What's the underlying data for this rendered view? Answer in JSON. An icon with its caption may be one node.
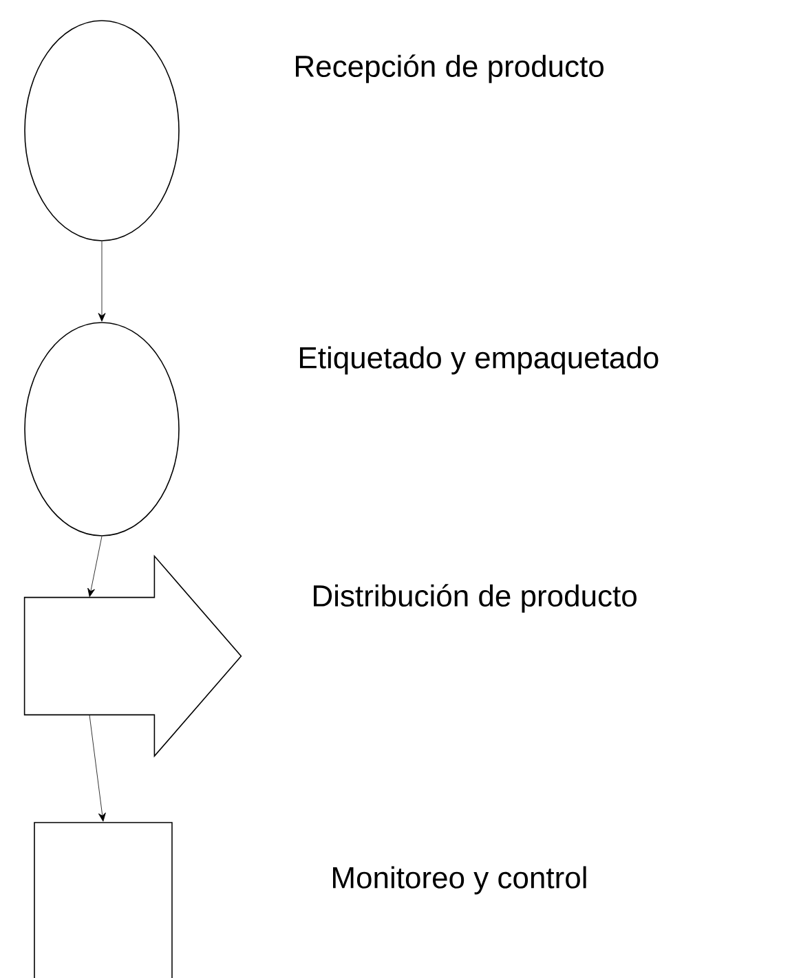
{
  "diagram": {
    "nodes": [
      {
        "text": [],
        "shape": "circle"
      },
      {
        "text": [],
        "shape": "circle"
      },
      {
        "text": [],
        "shape": "arrow"
      },
      {
        "text": [],
        "shape": "box"
      }
    ],
    "edges": [
      {
        "from": 0,
        "to": 1,
        "arrow": "to"
      },
      {
        "from": 1,
        "to": 2,
        "arrow": "to"
      },
      {
        "from": 2,
        "to": 3,
        "arrow": "to"
      }
    ],
    "labels": [
      "Recepción de producto",
      "Etiquetado y empaquetado",
      "Distribución de producto",
      "Monitoreo y control"
    ]
  }
}
